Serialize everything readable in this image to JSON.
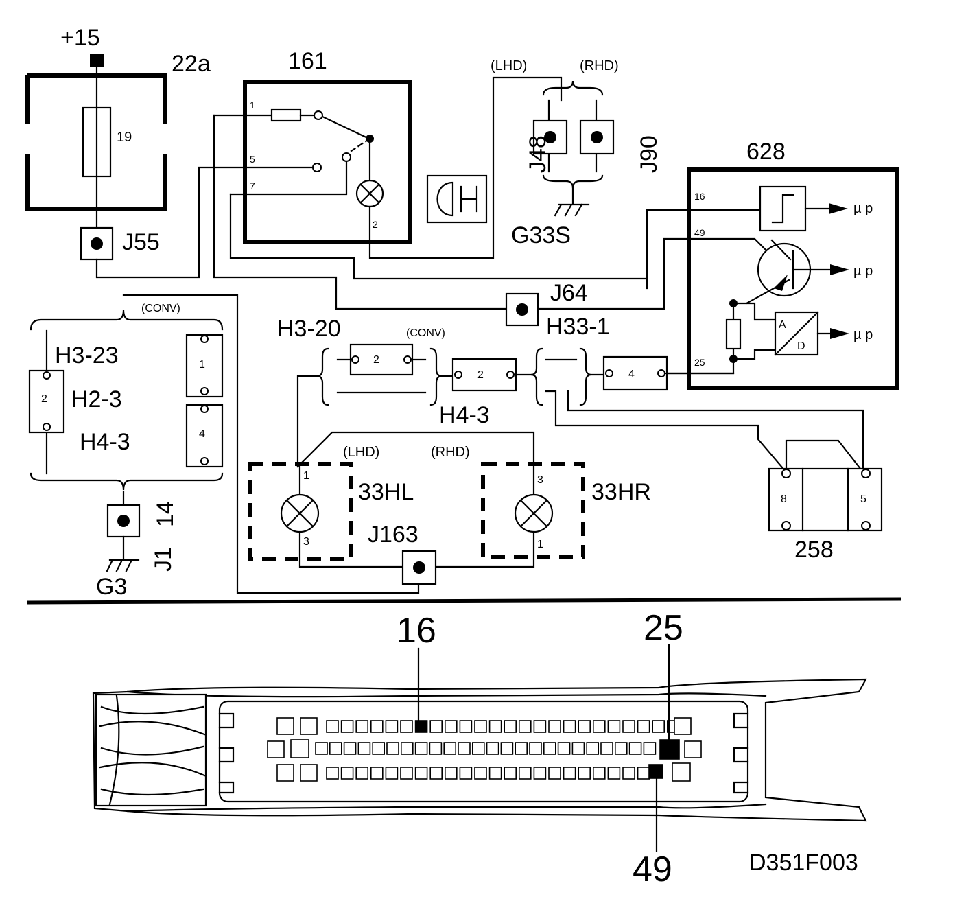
{
  "labels": {
    "supply": "+15",
    "fuse_block": "22a",
    "fuse": "19",
    "conn_j55": "J55",
    "relay": "161",
    "relay_pin1": "1",
    "relay_pin5": "5",
    "relay_pin7": "7",
    "relay_pin2": "2",
    "lhd": "(LHD)",
    "rhd": "(RHD)",
    "j48": "J48",
    "j90": "J90",
    "ground_g33s": "G33S",
    "ecu": "628",
    "ecu_pin16": "16",
    "ecu_pin49": "49",
    "ecu_pin25": "25",
    "mu_p": "µ p",
    "ad_a": "A",
    "ad_d": "D",
    "j64": "J64",
    "h3_20": "H3-20",
    "conv": "(CONV)",
    "h33_1": "H33-1",
    "h4_3": "H4-3",
    "h3_23": "H3-23",
    "h2_3": "H2-3",
    "h4_3_left": "H4-3",
    "pin_2": "2",
    "pin_1": "1",
    "pin_4": "4",
    "lamp_left": "33HL",
    "lamp_right": "33HR",
    "lamp_l_pin1": "1",
    "lamp_l_pin3": "3",
    "lamp_r_pin3": "3",
    "lamp_r_pin1": "1",
    "j163": "J163",
    "conn_258": "258",
    "conn_258_pin8": "8",
    "conn_258_pin5": "5",
    "j1": "J1",
    "j1_num": "14",
    "ground_g3": "G3",
    "callout_16": "16",
    "callout_25": "25",
    "callout_49": "49",
    "figure_id": "D351F003"
  }
}
